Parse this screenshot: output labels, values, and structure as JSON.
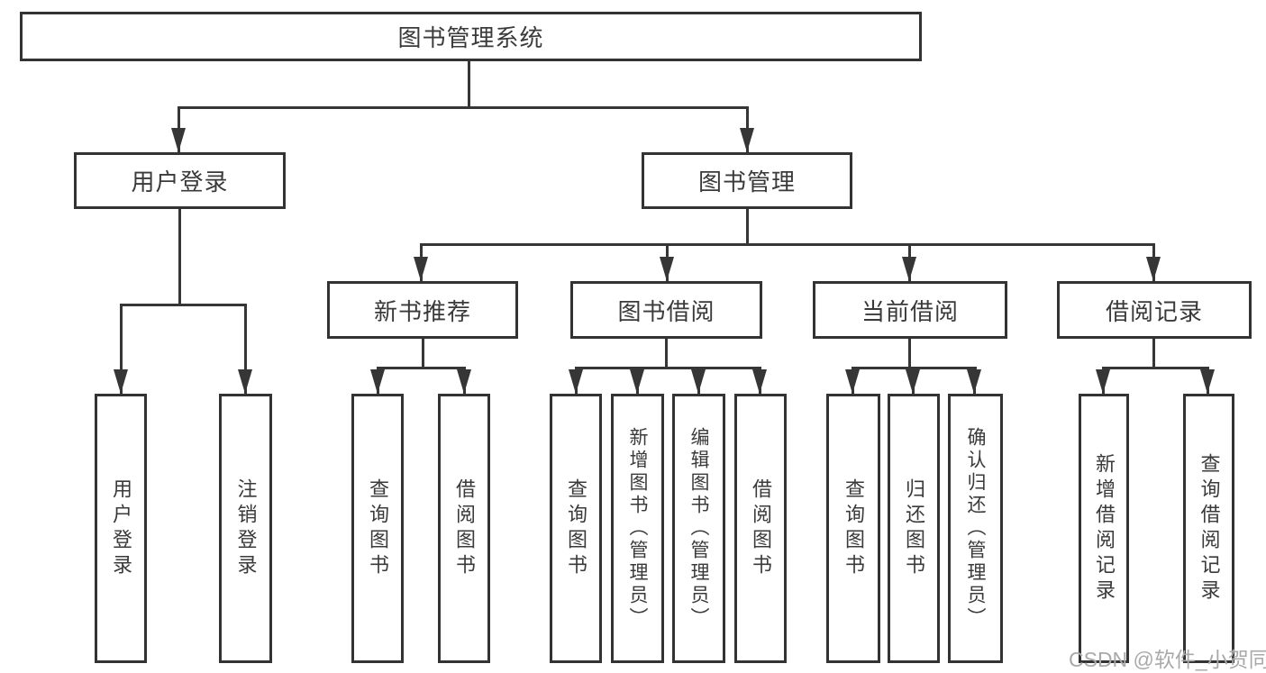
{
  "diagram_title": "图书管理系统",
  "tree": {
    "label": "图书管理系统",
    "children": [
      {
        "label": "用户登录",
        "children": [
          {
            "label": "用户登录"
          },
          {
            "label": "注销登录"
          }
        ]
      },
      {
        "label": "图书管理",
        "children": [
          {
            "label": "新书推荐",
            "children": [
              {
                "label": "查询图书"
              },
              {
                "label": "借阅图书"
              }
            ]
          },
          {
            "label": "图书借阅",
            "children": [
              {
                "label": "查询图书"
              },
              {
                "label": "新增图书（管理员）"
              },
              {
                "label": "编辑图书（管理员）"
              },
              {
                "label": "借阅图书"
              }
            ]
          },
          {
            "label": "当前借阅",
            "children": [
              {
                "label": "查询图书"
              },
              {
                "label": "归还图书"
              },
              {
                "label": "确认归还（管理员）"
              }
            ]
          },
          {
            "label": "借阅记录",
            "children": [
              {
                "label": "新增借阅记录"
              },
              {
                "label": "查询借阅记录"
              }
            ]
          }
        ]
      }
    ]
  },
  "watermark": {
    "text": "CSDN @软件_小贺同学"
  },
  "colors": {
    "line": "#363636",
    "box_border": "#333333",
    "text": "#3a3a3a",
    "watermark": "#a9a9a9",
    "background": "#ffffff"
  }
}
